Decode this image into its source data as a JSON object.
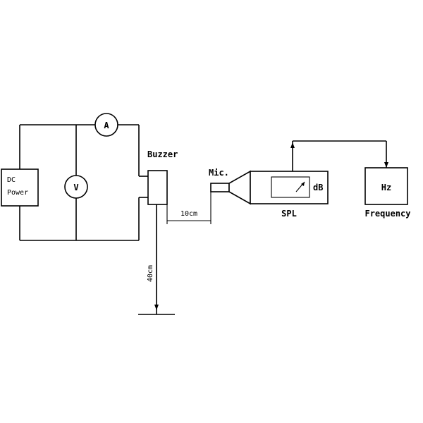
{
  "labels": {
    "dc_power_line1": "DC",
    "dc_power_line2": "Power",
    "ammeter": "A",
    "voltmeter": "V",
    "buzzer": "Buzzer",
    "microphone": "Mic.",
    "spl_meter": "SPL",
    "spl_unit": "dB",
    "frequency_unit": "Hz",
    "frequency_meter": "Frequency",
    "mic_distance": "10cm",
    "height_distance": "40cm"
  }
}
